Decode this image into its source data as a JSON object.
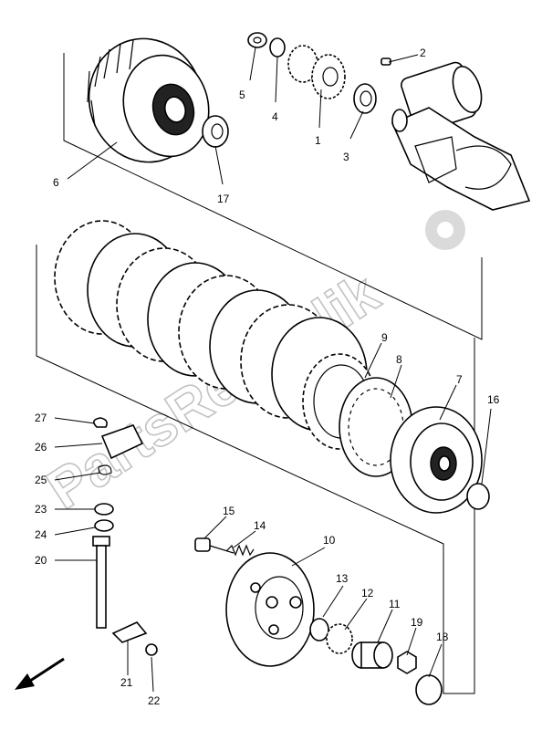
{
  "watermark": "PartsRepublik",
  "callouts": [
    {
      "id": "1",
      "label": "1"
    },
    {
      "id": "2",
      "label": "2"
    },
    {
      "id": "3",
      "label": "3"
    },
    {
      "id": "4",
      "label": "4"
    },
    {
      "id": "5",
      "label": "5"
    },
    {
      "id": "6",
      "label": "6"
    },
    {
      "id": "7",
      "label": "7"
    },
    {
      "id": "8",
      "label": "8"
    },
    {
      "id": "9",
      "label": "9"
    },
    {
      "id": "10",
      "label": "10"
    },
    {
      "id": "11",
      "label": "11"
    },
    {
      "id": "12",
      "label": "12"
    },
    {
      "id": "13",
      "label": "13"
    },
    {
      "id": "14",
      "label": "14"
    },
    {
      "id": "15",
      "label": "15"
    },
    {
      "id": "16",
      "label": "16"
    },
    {
      "id": "17",
      "label": "17"
    },
    {
      "id": "18",
      "label": "18"
    },
    {
      "id": "19",
      "label": "19"
    },
    {
      "id": "20",
      "label": "20"
    },
    {
      "id": "21",
      "label": "21"
    },
    {
      "id": "22",
      "label": "22"
    },
    {
      "id": "23",
      "label": "23"
    },
    {
      "id": "24",
      "label": "24"
    },
    {
      "id": "25",
      "label": "25"
    },
    {
      "id": "26",
      "label": "26"
    },
    {
      "id": "27",
      "label": "27"
    }
  ]
}
